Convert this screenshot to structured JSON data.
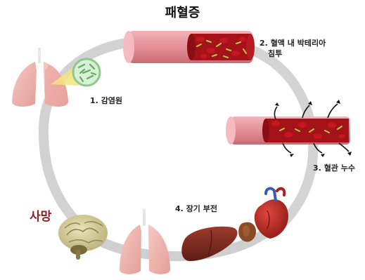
{
  "title": "패혈증",
  "death_label": "사망",
  "stages": [
    {
      "step": "1.",
      "text": "감염원"
    },
    {
      "step": "2.",
      "text": "혈액 내 박테리아",
      "text2": "침투"
    },
    {
      "step": "3.",
      "text": "혈관 누수"
    },
    {
      "step": "4.",
      "text": "장기 부전"
    }
  ],
  "colors": {
    "vessel_outer": "#e58f96",
    "vessel_inner": "#b5171f",
    "bacteria": "#b8c94a",
    "arc": "#cfcfcf",
    "death_text": "#8a2222"
  }
}
